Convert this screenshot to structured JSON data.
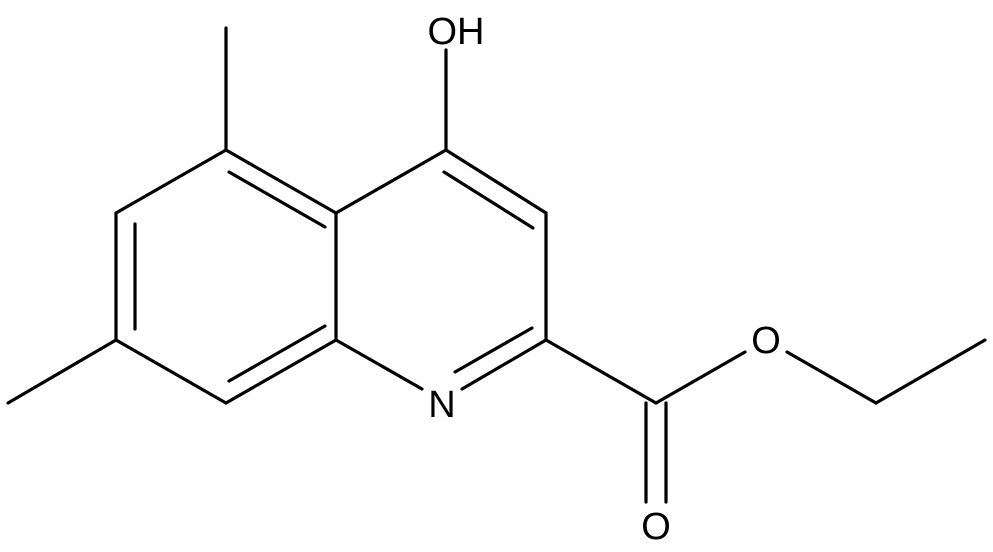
{
  "molecule": {
    "atoms": {
      "hydroxyl": "OH",
      "ring_nitrogen": "N",
      "ester_oxygen": "O",
      "carbonyl_oxygen": "O"
    }
  },
  "colors": {
    "bond": "#000000",
    "label": "#000000",
    "background": "#ffffff"
  }
}
